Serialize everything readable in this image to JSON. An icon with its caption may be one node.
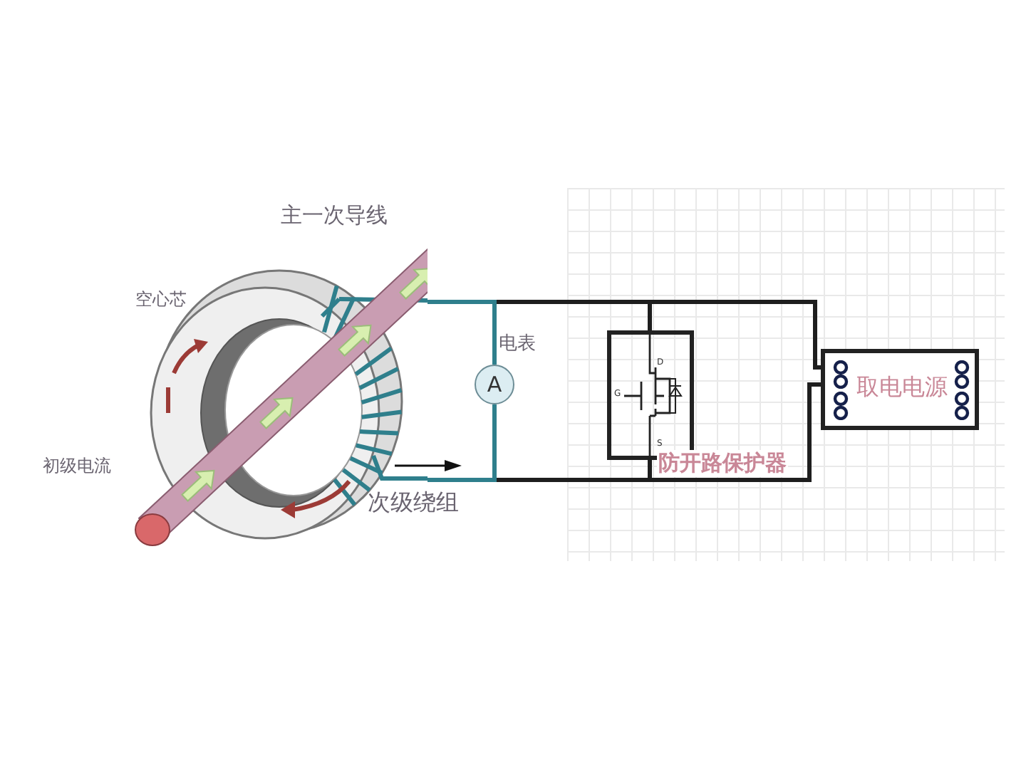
{
  "diagram": {
    "nodes": [
      {
        "text": [],
        "shape": "picture",
        "beside": [
          "主一次导线"
        ]
      },
      {
        "text": [
          "A"
        ],
        "beside": [
          "电表"
        ]
      },
      {
        "text": [
          "防开路保护器"
        ]
      },
      {
        "text": [
          "取电电源"
        ]
      }
    ],
    "edges": [
      {
        "from": 0,
        "to": 1,
        "arrow": "none",
        "color": "#2f7f8c"
      },
      {
        "from": 1,
        "to": 0,
        "arrow": "none",
        "color": "#2f7f8c"
      },
      {
        "from": 0,
        "to": 2,
        "arrow": "none"
      },
      {
        "from": 2,
        "to": 0,
        "arrow": "none"
      },
      {
        "from": 0,
        "to": 3,
        "arrow": "none"
      },
      {
        "from": 3,
        "to": 0,
        "arrow": "none"
      }
    ],
    "labels": [
      "空心芯",
      "D",
      "G",
      "初级电流",
      "S",
      "次级绕组"
    ]
  }
}
